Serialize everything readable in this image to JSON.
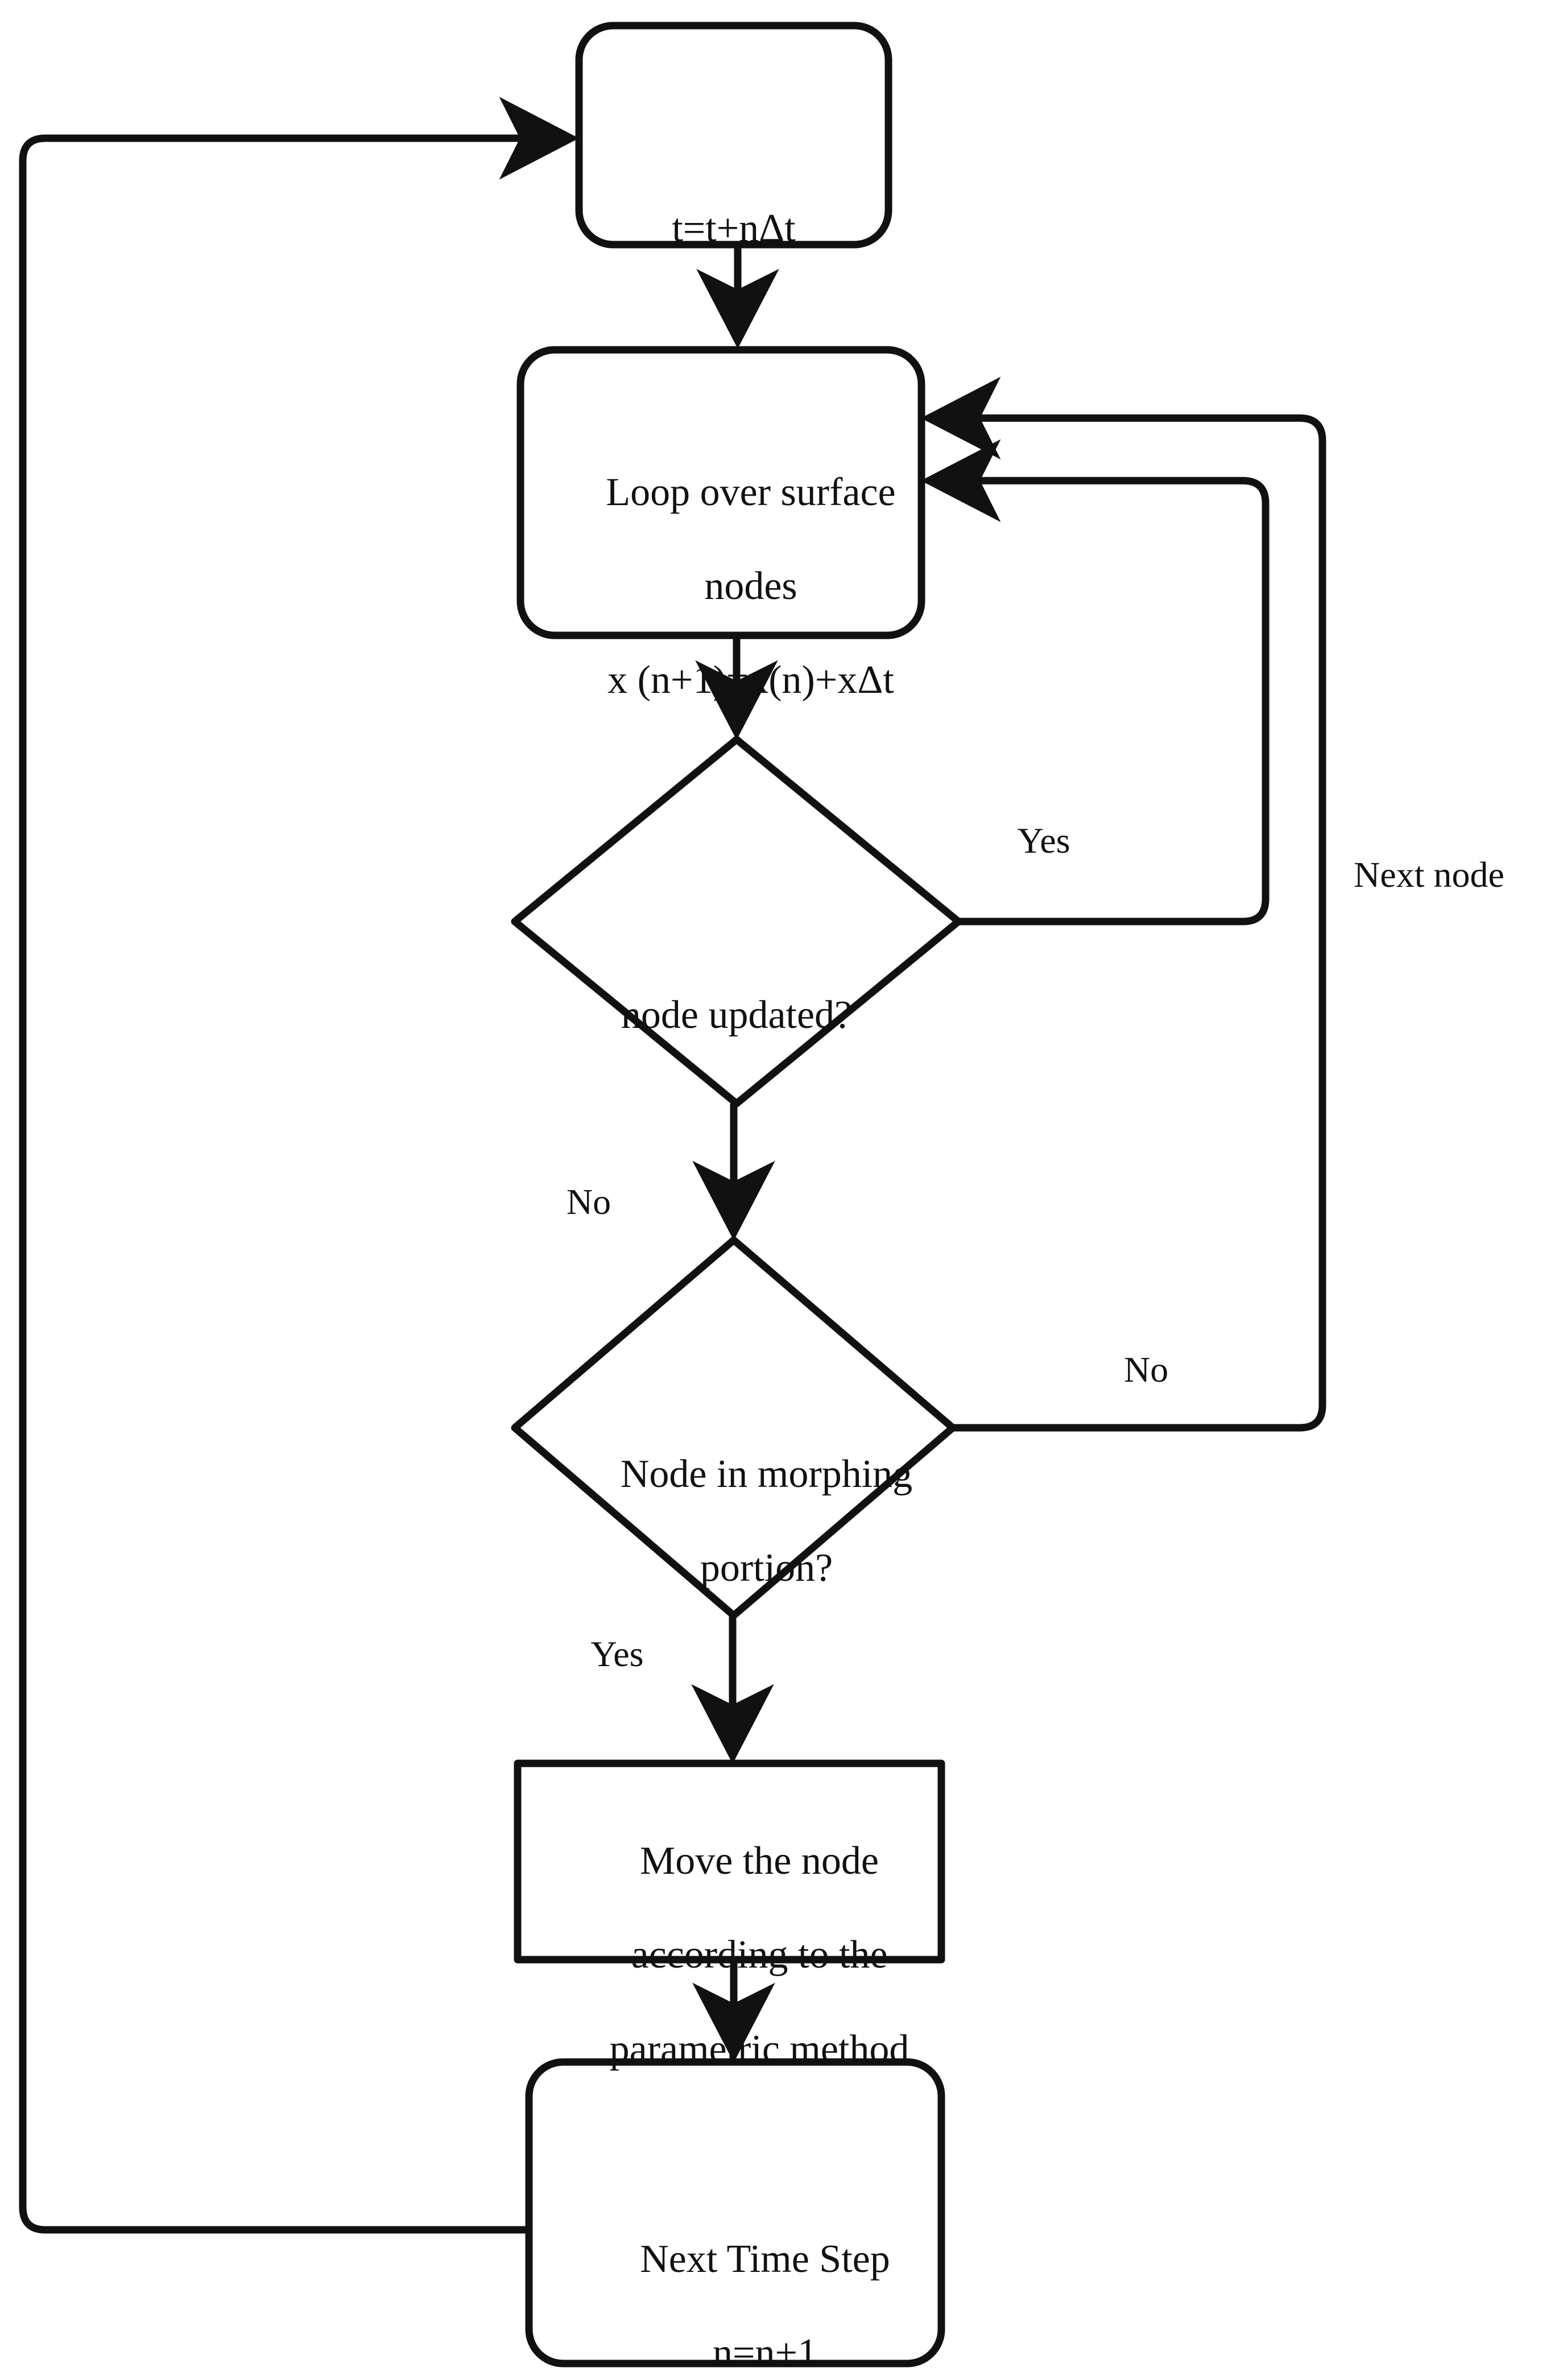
{
  "diagram": {
    "kind": "flowchart",
    "colors": {
      "stroke": "#111111",
      "fill": "#ffffff",
      "text": "#111111",
      "background": "#ffffff"
    },
    "nodes": [
      {
        "id": "time-advance",
        "shape": "rounded-rectangle",
        "text": "t=t+nΔt"
      },
      {
        "id": "loop-nodes",
        "shape": "rounded-rectangle",
        "line1": "Loop over surface",
        "line2": "nodes",
        "line3": "x (n+1)=x(n)+xΔt"
      },
      {
        "id": "node-updated",
        "shape": "diamond",
        "text": "node updated?"
      },
      {
        "id": "node-morphing",
        "shape": "diamond",
        "line1": "Node in morphing",
        "line2": "portion?"
      },
      {
        "id": "move-node",
        "shape": "rectangle",
        "line1": "Move the node",
        "line2": "according to the",
        "line3": "parametric method"
      },
      {
        "id": "next-time-step",
        "shape": "rounded-rectangle",
        "line1": "Next Time Step",
        "line2": "n=n+1"
      }
    ],
    "edge_labels": {
      "updated_yes": "Yes",
      "updated_no": "No",
      "next_node": "Next node",
      "morphing_no": "No",
      "morphing_yes": "Yes"
    }
  }
}
